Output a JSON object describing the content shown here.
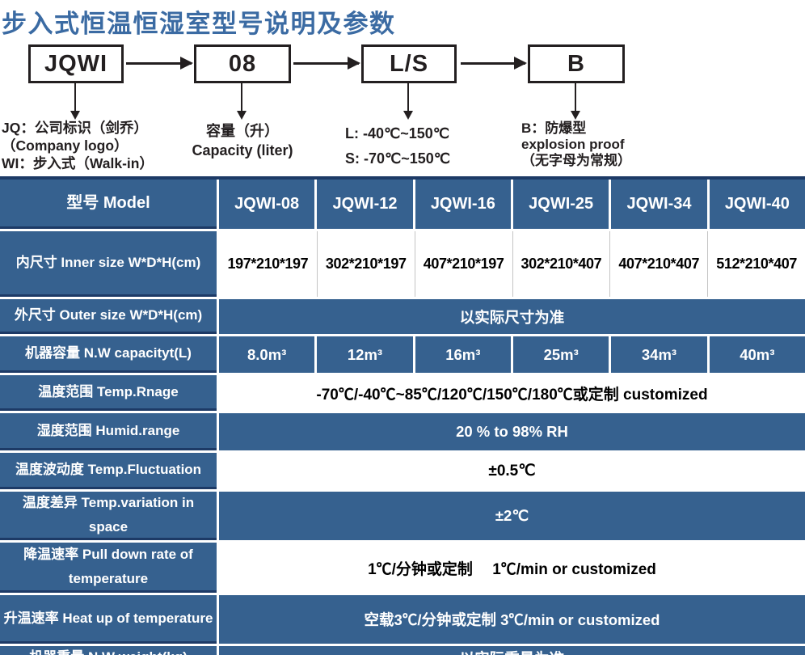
{
  "page": {
    "title": "步入式恒温恒湿室型号说明及参数"
  },
  "diagram": {
    "boxes": [
      {
        "label": "JQWI",
        "caption_lines": [
          "JQ：公司标识（剑乔）",
          "（Company logo）",
          "WI：步入式（Walk-in）"
        ]
      },
      {
        "label": "08",
        "caption_lines": [
          "容量（升）",
          "Capacity (liter)"
        ]
      },
      {
        "label": "L/S",
        "caption_lines": [
          "L: -40℃~150℃",
          "S: -70℃~150℃"
        ]
      },
      {
        "label": "B",
        "caption_lines": [
          "B：防爆型",
          "explosion proof",
          "（无字母为常规）"
        ]
      }
    ]
  },
  "table": {
    "header": {
      "label": "型号 Model",
      "models": [
        "JQWI-08",
        "JQWI-12",
        "JQWI-16",
        "JQWI-25",
        "JQWI-34",
        "JQWI-40"
      ]
    },
    "rows": [
      {
        "label": "内尺寸 Inner size W*D*H(cm)",
        "values": [
          "197*210*197",
          "302*210*197",
          "407*210*197",
          "302*210*407",
          "407*210*407",
          "512*210*407"
        ]
      },
      {
        "label": "外尺寸 Outer size W*D*H(cm)",
        "value": "以实际尺寸为准"
      },
      {
        "label": "机器容量 N.W capacityt(L)",
        "values": [
          "8.0m³",
          "12m³",
          "16m³",
          "25m³",
          "34m³",
          "40m³"
        ]
      },
      {
        "label": "温度范围 Temp.Rnage",
        "value": "-70℃/-40℃~85℃/120℃/150℃/180℃或定制 customized"
      },
      {
        "label": "湿度范围 Humid.range",
        "value": "20 % to 98% RH"
      },
      {
        "label": "温度波动度 Temp.Fluctuation",
        "value": "±0.5℃"
      },
      {
        "label": "温度差异 Temp.variation in space",
        "value": "±2℃"
      },
      {
        "label": "降温速率 Pull down rate of temperature",
        "value": "1℃/分钟或定制　 1℃/min or customized"
      },
      {
        "label": "升温速率 Heat up of temperature",
        "value": "空载3℃/分钟或定制 3℃/min or customized"
      },
      {
        "label": "机器重量 N.W weight(kg)",
        "value": "以实际重量为准"
      }
    ]
  },
  "colors": {
    "cell_blue": "#36618f",
    "dark_navy": "#1d3a66",
    "title_blue": "#3b6ba3",
    "ink_black": "#231f20"
  }
}
